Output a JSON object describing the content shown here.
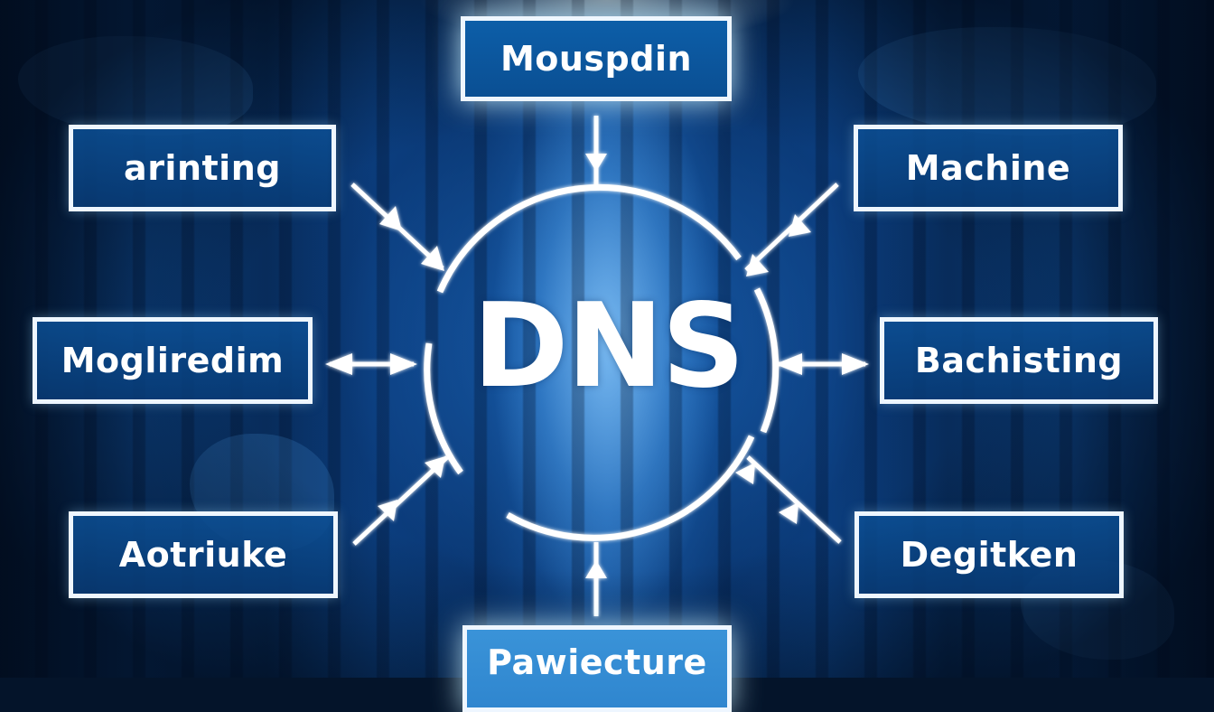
{
  "diagram": {
    "center": {
      "label": "DNS"
    },
    "nodes": [
      {
        "id": "top",
        "label": "Mouspdin",
        "arrow": "inward"
      },
      {
        "id": "top-left",
        "label": "arinting",
        "arrow": "inward"
      },
      {
        "id": "top-right",
        "label": "Machine",
        "arrow": "inward"
      },
      {
        "id": "left",
        "label": "Mogliredim",
        "arrow": "bidirectional"
      },
      {
        "id": "right",
        "label": "Bachisting",
        "arrow": "bidirectional"
      },
      {
        "id": "bottom-left",
        "label": "Aotriuke",
        "arrow": "inward"
      },
      {
        "id": "bottom-right",
        "label": "Degitken",
        "arrow": "inward"
      },
      {
        "id": "bottom",
        "label": "Pawiecture",
        "arrow": "inward"
      }
    ]
  },
  "colors": {
    "box_border": "#eef6ff",
    "box_fill": "#0c5096",
    "text": "#ffffff",
    "background_dark": "#04142a",
    "glow": "#96d2ff"
  }
}
